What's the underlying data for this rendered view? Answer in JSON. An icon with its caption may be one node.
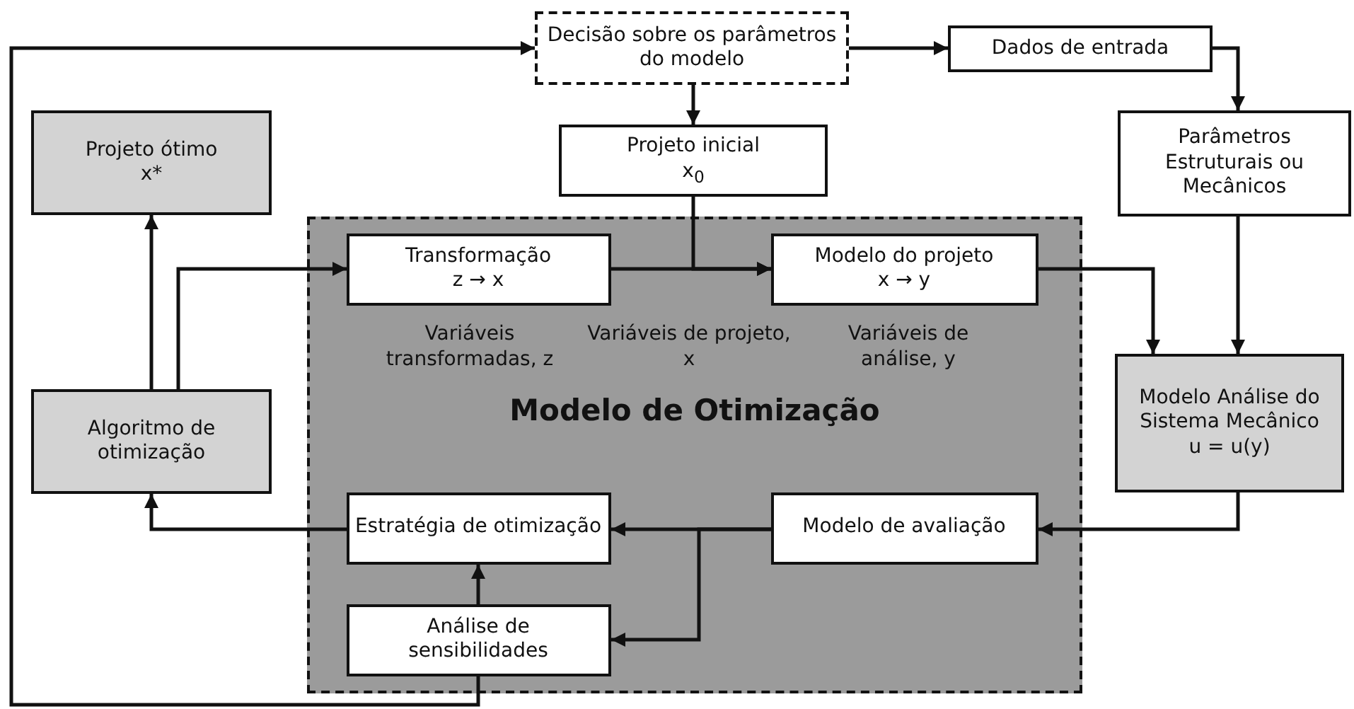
{
  "diagram": {
    "nodes": [
      {
        "text": [
          "Decisão sobre os parâmetros do modelo"
        ]
      },
      {
        "text": [
          "Dados de entrada"
        ]
      },
      {
        "text": [
          "Projeto ótimo",
          "x*"
        ]
      },
      {
        "text": [
          "Projeto inicial",
          "x$_{0}$"
        ]
      },
      {
        "text": [
          "Parâmetros Estruturais ou Mecânicos"
        ]
      },
      {
        "text": [
          "Modelo de Otimização"
        ]
      },
      {
        "text": [
          "Transformação",
          "z → x"
        ],
        "in": 5
      },
      {
        "text": [
          "Modelo do projeto",
          "x → y"
        ],
        "in": 5
      },
      {
        "text": [
          "Modelo Análise do Sistema Mecânico",
          "u = u(y)"
        ]
      },
      {
        "text": [
          "Algoritmo de otimização"
        ]
      },
      {
        "text": [
          "Estratégia de otimização"
        ],
        "in": 5
      },
      {
        "text": [
          "Modelo de avaliação"
        ],
        "in": 5
      },
      {
        "text": [
          "Análise de sensibilidades"
        ],
        "in": 5
      }
    ],
    "edges": [
      {
        "from": 0,
        "to": 1,
        "arrow": "to"
      },
      {
        "from": 1,
        "to": 4,
        "arrow": "to"
      },
      {
        "from": 0,
        "to": 3,
        "arrow": "to"
      },
      {
        "from": 3,
        "to": 7,
        "arrow": "to"
      },
      {
        "from": 6,
        "to": 7,
        "arrow": "to"
      },
      {
        "from": 7,
        "to": 8,
        "arrow": "to"
      },
      {
        "from": 4,
        "to": 8,
        "arrow": "to"
      },
      {
        "from": 8,
        "to": 11,
        "arrow": "to"
      },
      {
        "from": 11,
        "to": 10,
        "arrow": "to"
      },
      {
        "from": 11,
        "to": 12,
        "arrow": "to"
      },
      {
        "from": 12,
        "to": 10,
        "arrow": "to"
      },
      {
        "from": 10,
        "to": 9,
        "arrow": "to"
      },
      {
        "from": 9,
        "to": 2,
        "arrow": "to"
      },
      {
        "from": 9,
        "to": 6,
        "arrow": "to"
      },
      {
        "from": 12,
        "to": 0,
        "arrow": "to"
      }
    ],
    "labels": [
      "Variáveis transformadas, z",
      "Variáveis de projeto, x",
      "Variáveis de análise, y"
    ]
  }
}
